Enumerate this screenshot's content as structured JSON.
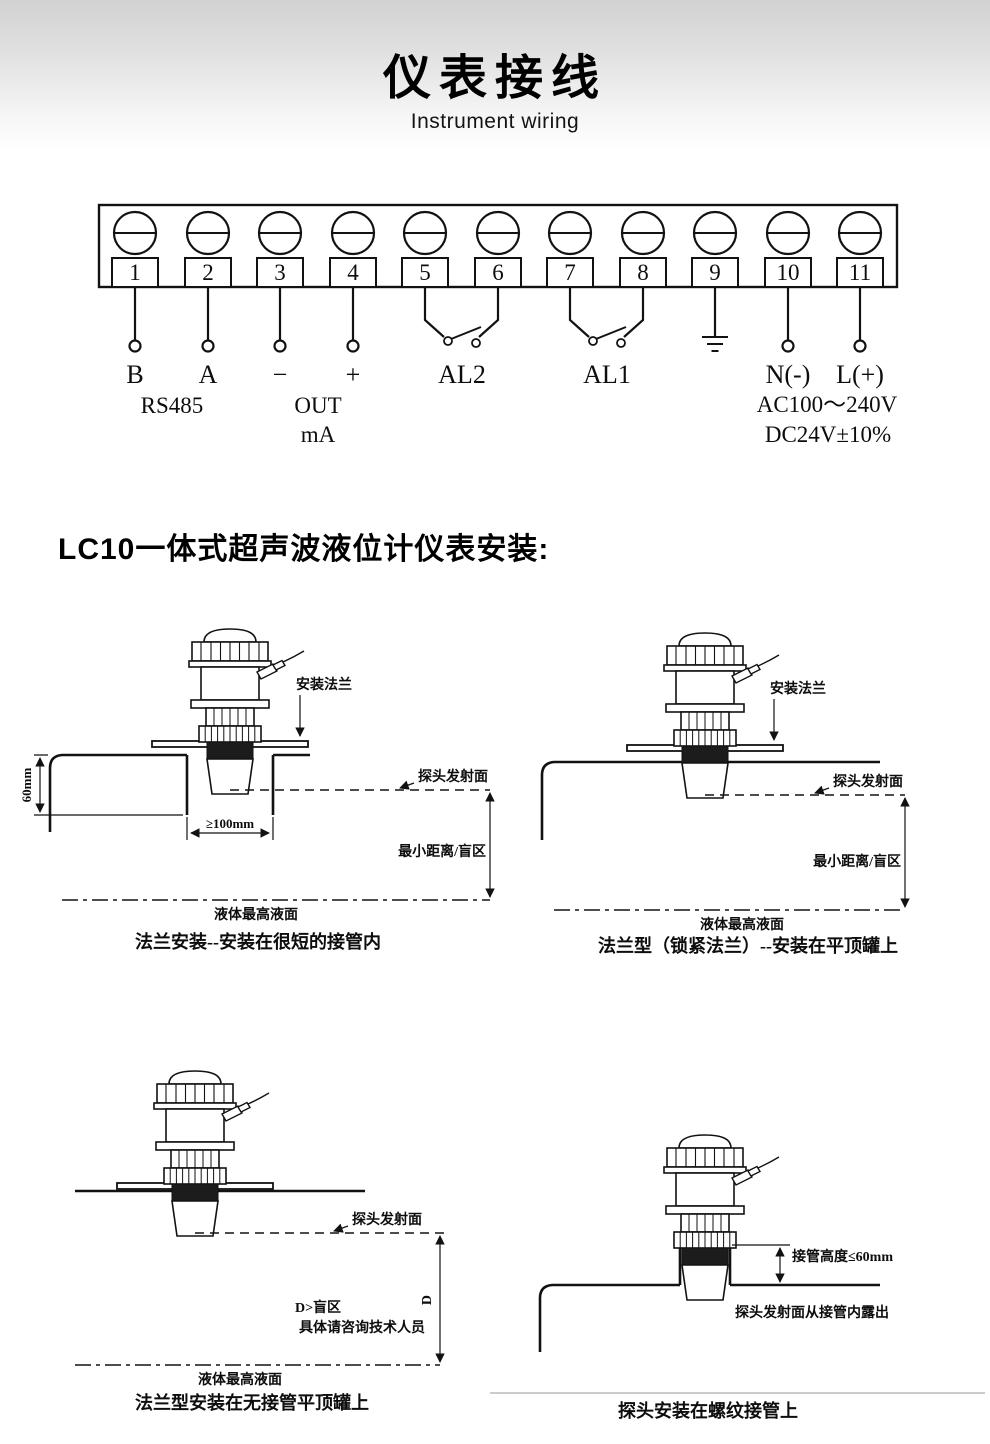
{
  "header": {
    "title": "仪表接线",
    "subtitle": "Instrument wiring"
  },
  "wiring": {
    "terminals": [
      "1",
      "2",
      "3",
      "4",
      "5",
      "6",
      "7",
      "8",
      "9",
      "10",
      "11"
    ],
    "pin_labels": {
      "b": "B",
      "a": "A",
      "minus": "−",
      "plus": "+",
      "al2": "AL2",
      "al1": "AL1",
      "n": "N(-)",
      "l": "L(+)"
    },
    "group_labels": {
      "rs485": "RS485",
      "out": "OUT",
      "ma": "mA",
      "power_line1": "AC100～240V",
      "power_line2": "DC24V±10%"
    }
  },
  "section": {
    "title": "LC10一体式超声波液位计仪表安装:"
  },
  "diagrams": {
    "flange_short_nozzle": {
      "flange": "安装法兰",
      "probe_face": "探头发射面",
      "min_distance": "最小距离/盲区",
      "max_level": "液体最高液面",
      "nozzle_height": "60mm",
      "nozzle_width": "≥100mm",
      "caption": "法兰安装--安装在很短的接管内"
    },
    "flange_lock_flat_tank": {
      "flange": "安装法兰",
      "probe_face": "探头发射面",
      "min_distance": "最小距离/盲区",
      "max_level": "液体最高液面",
      "caption": "法兰型（锁紧法兰）--安装在平顶罐上"
    },
    "flange_no_nozzle": {
      "probe_face": "探头发射面",
      "dim_d": "D",
      "blind_zone": "D>盲区",
      "consult": "具体请咨询技术人员",
      "max_level": "液体最高液面",
      "caption": "法兰型安装在无接管平顶罐上"
    },
    "threaded_nozzle": {
      "nozzle_height": "接管高度≤60mm",
      "probe_note": "探头发射面从接管内露出",
      "caption": "探头安装在螺纹接管上"
    }
  }
}
